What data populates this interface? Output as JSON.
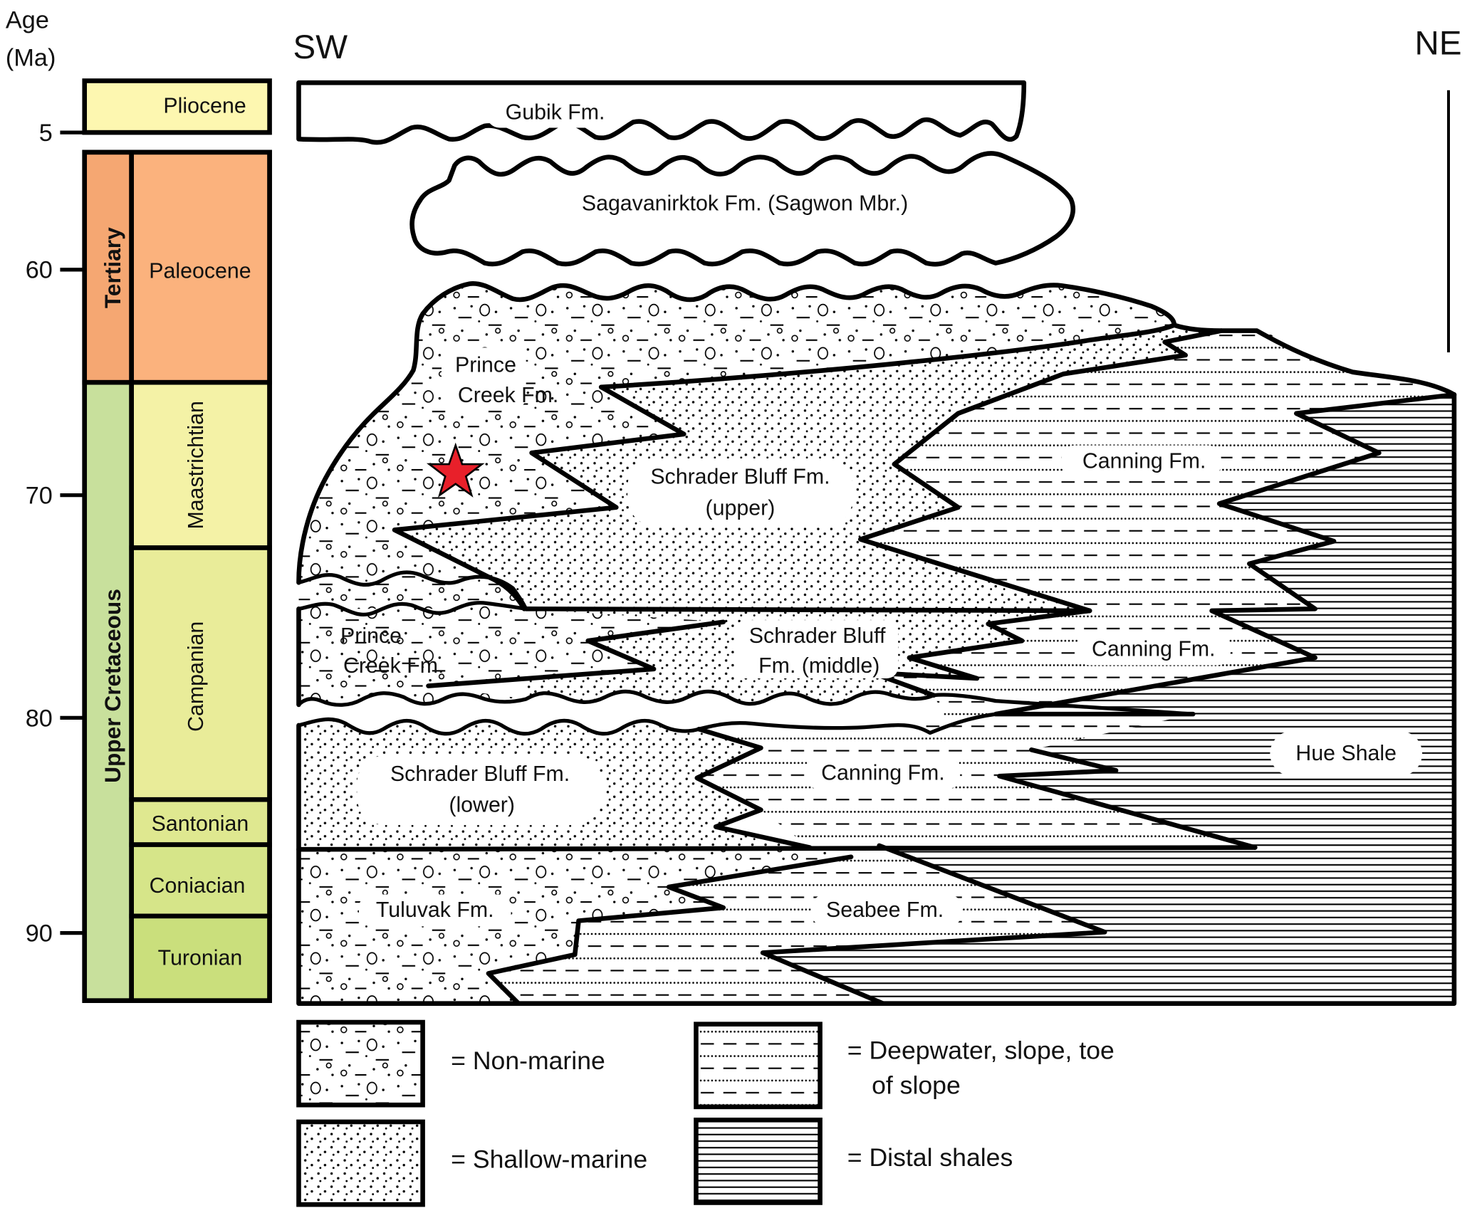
{
  "axis": {
    "title_line1": "Age",
    "title_line2": "(Ma)",
    "ticks": [
      {
        "label": "5",
        "age": 5
      },
      {
        "label": "60",
        "age": 60
      },
      {
        "label": "70",
        "age": 70
      },
      {
        "label": "80",
        "age": 80
      },
      {
        "label": "90",
        "age": 90
      }
    ]
  },
  "directions": {
    "left": "SW",
    "right": "NE"
  },
  "timescale": {
    "eras": [
      {
        "label": "Tertiary",
        "color": "#F5A772"
      },
      {
        "label": "Upper Cretaceous",
        "color": "#C8E09C"
      }
    ],
    "stages": [
      {
        "label": "Pliocene",
        "color": "#FDF7B0"
      },
      {
        "label": "Paleocene",
        "color": "#FBB27D"
      },
      {
        "label": "Maastrichtian",
        "color": "#F4F2A6"
      },
      {
        "label": "Campanian",
        "color": "#E9EC99"
      },
      {
        "label": "Santonian",
        "color": "#DFE890"
      },
      {
        "label": "Coniacian",
        "color": "#D6E589"
      },
      {
        "label": "Turonian",
        "color": "#CADF7C"
      }
    ]
  },
  "formations": {
    "gubik": "Gubik Fm.",
    "sagavanirktok": "Sagavanirktok Fm. (Sagwon Mbr.)",
    "prince_creek_upper_line1": "Prince",
    "prince_creek_upper_line2": "Creek Fm.",
    "schrader_upper_line1": "Schrader Bluff Fm.",
    "schrader_upper_line2": "(upper)",
    "canning_upper": "Canning Fm.",
    "prince_creek_middle_line1": "Prince",
    "prince_creek_middle_line2": "Creek Fm.",
    "schrader_middle_line1": "Schrader Bluff",
    "schrader_middle_line2": "Fm. (middle)",
    "canning_middle": "Canning Fm.",
    "schrader_lower_line1": "Schrader Bluff Fm.",
    "schrader_lower_line2": "(lower)",
    "canning_lower": "Canning Fm.",
    "hue_shale": "Hue Shale",
    "tuluvak": "Tuluvak Fm.",
    "seabee": "Seabee Fm."
  },
  "marker": {
    "symbol": "star",
    "color": "#E8202A"
  },
  "legend": [
    {
      "pattern": "non-marine",
      "label": "= Non-marine"
    },
    {
      "pattern": "shallow-marine",
      "label": "= Shallow-marine"
    },
    {
      "pattern": "deepwater",
      "label_line1": "= Deepwater, slope, toe",
      "label_line2": "of slope"
    },
    {
      "pattern": "distal-shales",
      "label": "= Distal shales"
    }
  ]
}
